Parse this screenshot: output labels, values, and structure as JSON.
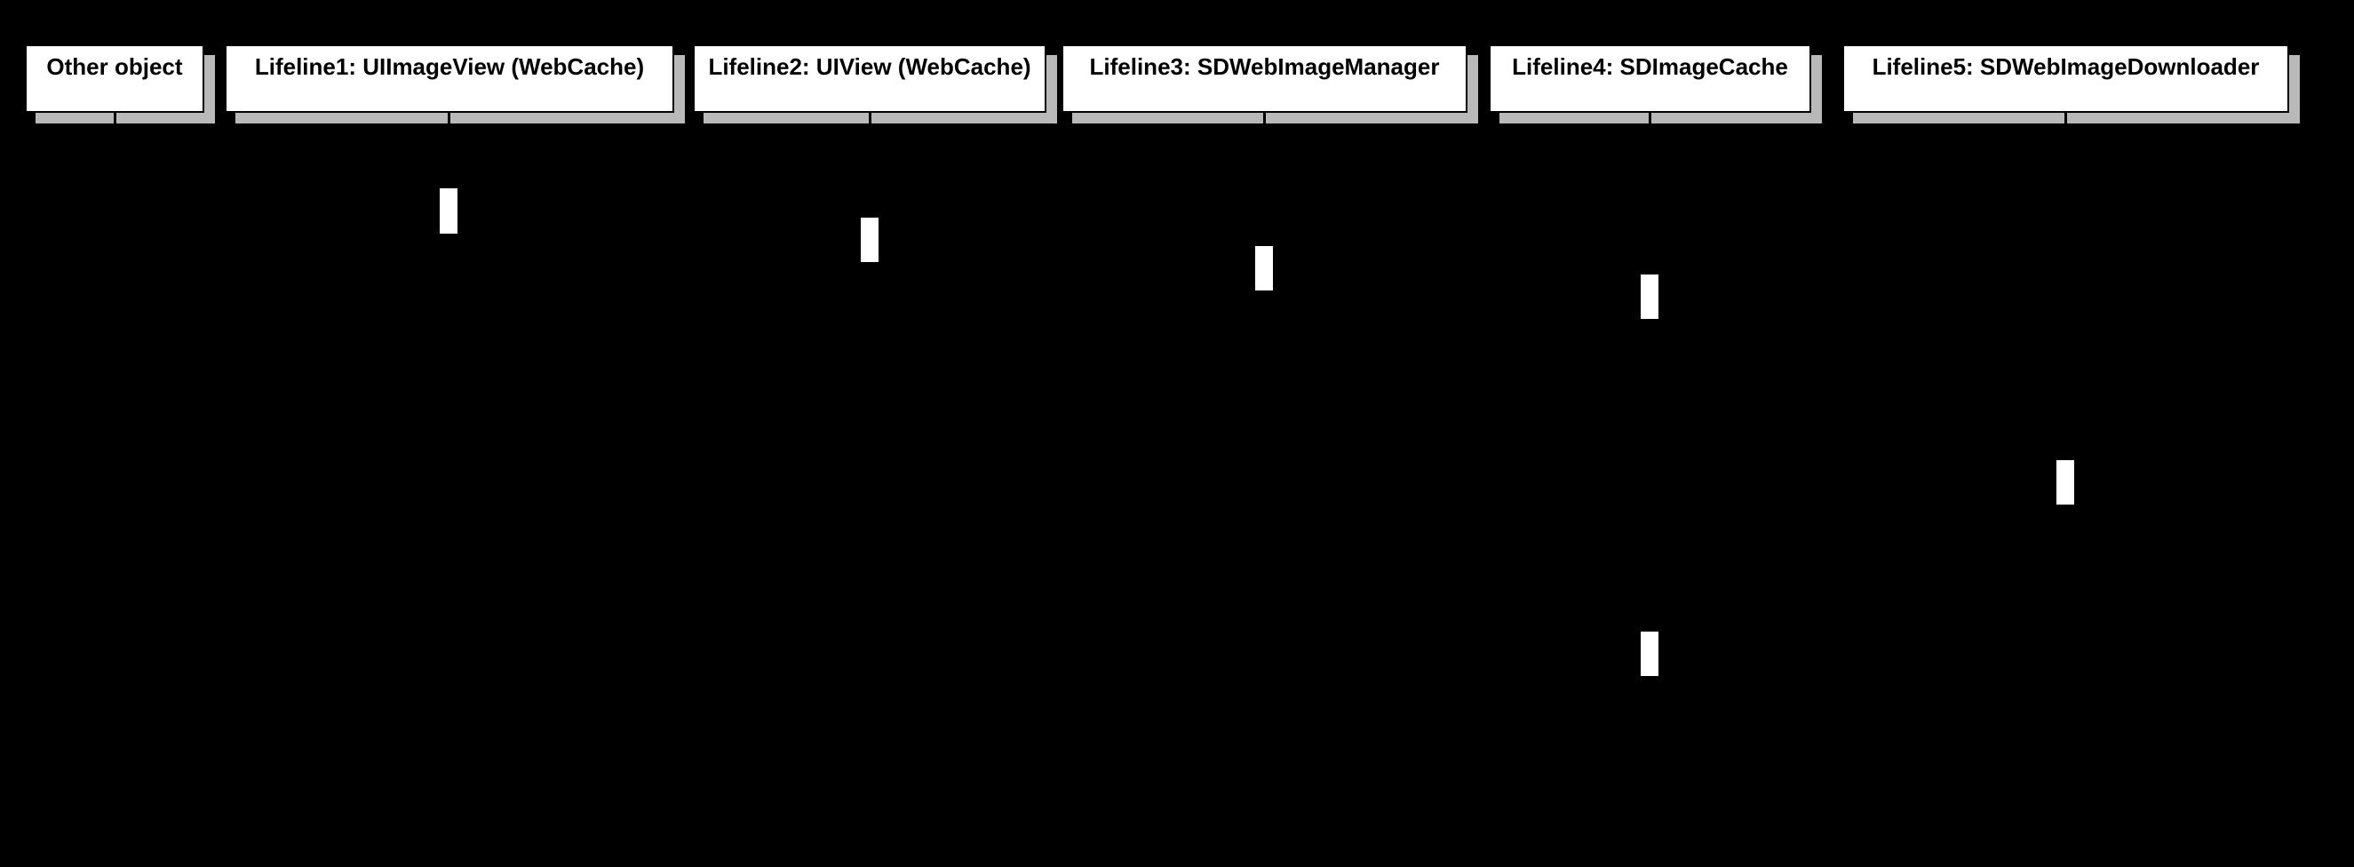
{
  "diagram": {
    "type": "uml-sequence-diagram",
    "colors": {
      "background": "#000000",
      "head_fill": "#ffffff",
      "head_border": "#000000",
      "head_shadow": "#b9b9b9",
      "label_text": "#000000",
      "lifeline_line": "#000000",
      "activation_fill": "#ffffff",
      "activation_border": "#000000"
    },
    "lifelines": [
      {
        "label": "Other object"
      },
      {
        "label": "Lifeline1: UIImageView (WebCache)"
      },
      {
        "label": "Lifeline2: UIView (WebCache)"
      },
      {
        "label": "Lifeline3: SDWebImageManager"
      },
      {
        "label": "Lifeline4: SDImageCache"
      },
      {
        "label": "Lifeline5: SDWebImageDownloader"
      }
    ],
    "activations": [
      {
        "lifeline": "Lifeline1: UIImageView (WebCache)"
      },
      {
        "lifeline": "Lifeline2: UIView (WebCache)"
      },
      {
        "lifeline": "Lifeline3: SDWebImageManager"
      },
      {
        "lifeline": "Lifeline4: SDImageCache"
      },
      {
        "lifeline": "Lifeline5: SDWebImageDownloader"
      },
      {
        "lifeline": "Lifeline4: SDImageCache"
      }
    ]
  }
}
